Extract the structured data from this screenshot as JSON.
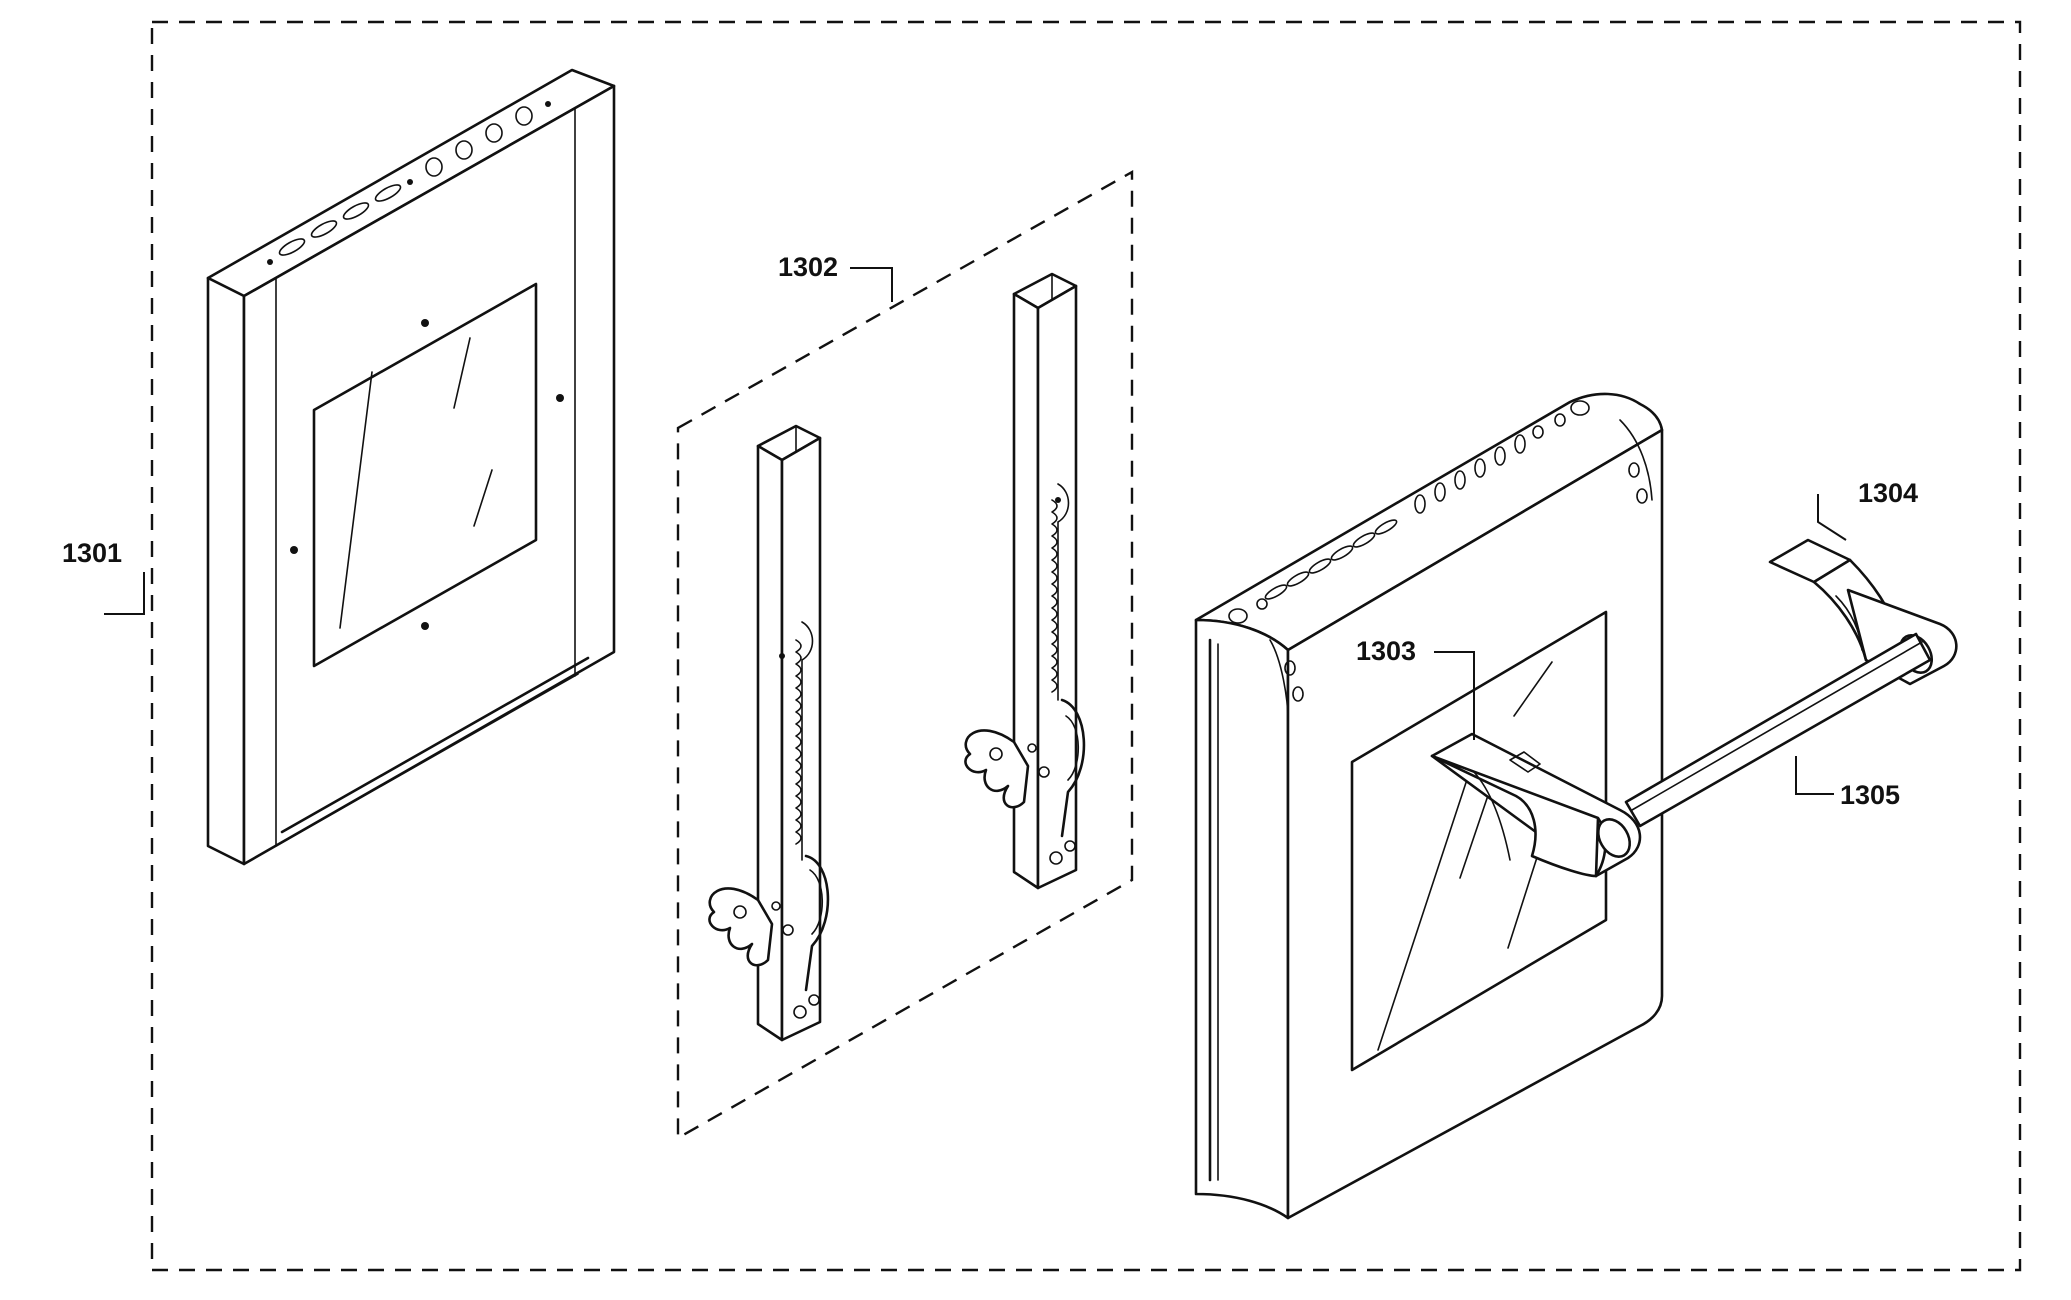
{
  "labels": {
    "door_assembly": "1301",
    "hinge_pair": "1302",
    "handle_bracket_left": "1303",
    "handle_bracket_right": "1304",
    "handle_bar": "1305"
  }
}
